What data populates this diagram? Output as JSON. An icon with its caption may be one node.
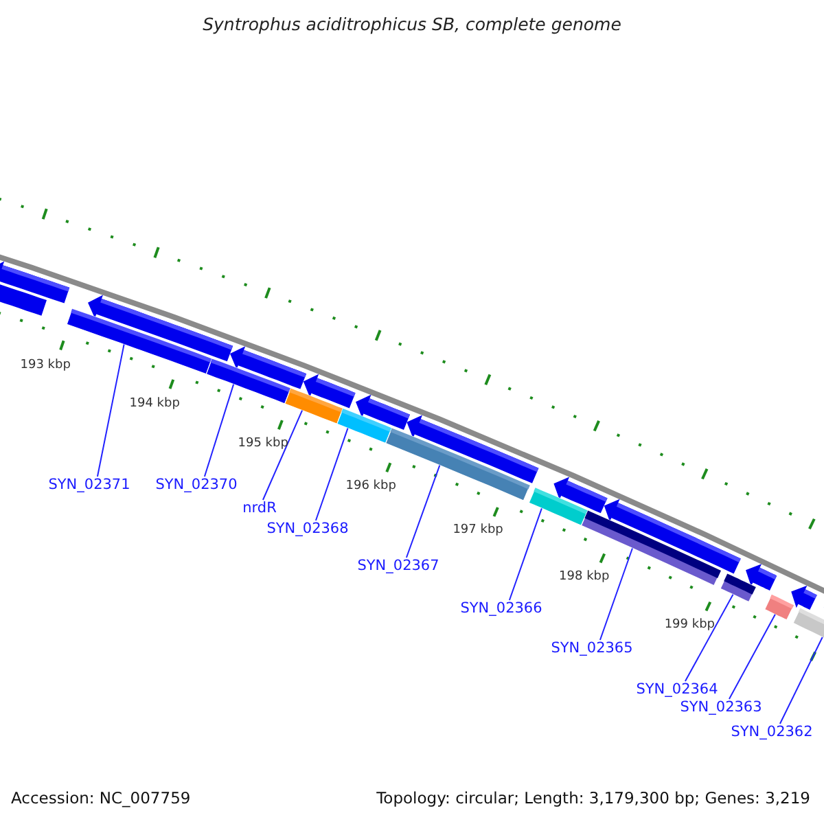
{
  "diagram": {
    "title": "Syntrophus aciditrophicus SB, complete genome",
    "nodes": [
      {
        "text": [],
        "shape": "bar"
      },
      {
        "text": [],
        "shape": "bar"
      },
      {
        "text": [],
        "shape": "bar"
      },
      {
        "text": [],
        "shape": "bar"
      },
      {
        "text": [],
        "shape": "bar"
      },
      {
        "text": [],
        "shape": "bar"
      },
      {
        "text": [],
        "shape": "bar"
      },
      {
        "text": [],
        "shape": "bar"
      },
      {
        "text": [],
        "shape": "bar"
      },
      {
        "text": [],
        "shape": "bar"
      },
      {
        "text": [
          "SYN_02371"
        ]
      },
      {
        "text": [
          "SYN_02370"
        ]
      },
      {
        "text": [
          "nrdR"
        ]
      },
      {
        "text": [
          "SYN_02368"
        ]
      },
      {
        "text": [
          "SYN_02367"
        ]
      },
      {
        "text": [
          "SYN_02366"
        ]
      },
      {
        "text": [
          "SYN_02365"
        ]
      },
      {
        "text": [
          "SYN_02364"
        ]
      },
      {
        "text": [
          "SYN_02363"
        ]
      },
      {
        "text": [
          "SYN_02362"
        ]
      }
    ],
    "edges": [
      {
        "from": 10,
        "to": 0,
        "arrow": "none"
      },
      {
        "from": 11,
        "to": 1,
        "arrow": "none"
      },
      {
        "from": 12,
        "to": 2,
        "arrow": "none"
      },
      {
        "from": 13,
        "to": 3,
        "arrow": "none"
      },
      {
        "from": 14,
        "to": 4,
        "arrow": "none"
      },
      {
        "from": 15,
        "to": 5,
        "arrow": "none"
      },
      {
        "from": 16,
        "to": 6,
        "arrow": "none"
      },
      {
        "from": 17,
        "to": 7,
        "arrow": "none"
      },
      {
        "from": 18,
        "to": 8,
        "arrow": "none"
      },
      {
        "from": 19,
        "to": 9,
        "arrow": "none"
      }
    ],
    "labels": [
      "193 kbp",
      "194 kbp",
      "195 kbp",
      "196 kbp",
      "197 kbp",
      "198 kbp",
      "199 kbp",
      "Accession: NC_007759",
      "Topology: circular; Length: 3,179,300 bp; Genes: 3,219"
    ]
  }
}
